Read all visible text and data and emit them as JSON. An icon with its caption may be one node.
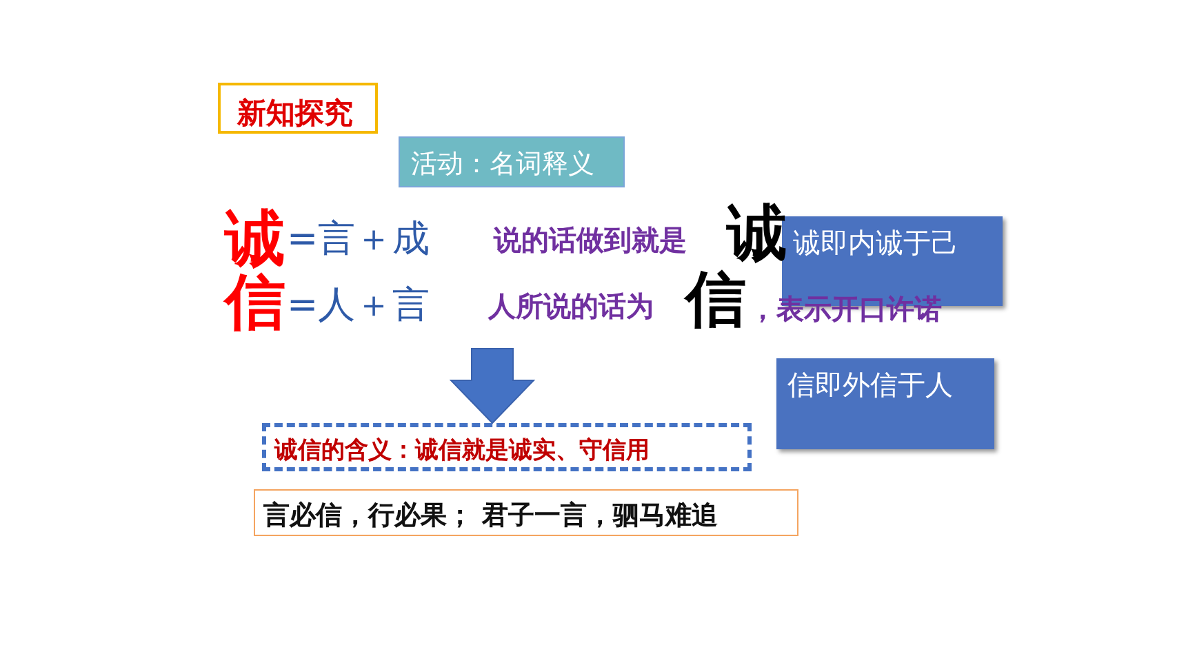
{
  "diagram": {
    "nodes": [
      {
        "text": [
          "新知探究"
        ]
      },
      {
        "text": [
          "活动：名词释义"
        ]
      },
      {
        "text": [
          "诚即内诚于己"
        ]
      },
      {
        "text": [
          "信即外信于人"
        ]
      },
      {
        "text": [
          "诚信的含义：诚信就是诚实、守信用"
        ]
      },
      {
        "text": [
          "言必信，行必果； 君子一言，驷马难追"
        ]
      }
    ],
    "edges": [
      {
        "from": null,
        "to": 4,
        "arrow": "to"
      }
    ],
    "labels": [
      "诚",
      "=言＋成",
      "说的话做到就是",
      "诚",
      "信",
      "=人＋言",
      "人所说的话为",
      "信",
      "，表示开口许诺"
    ]
  }
}
